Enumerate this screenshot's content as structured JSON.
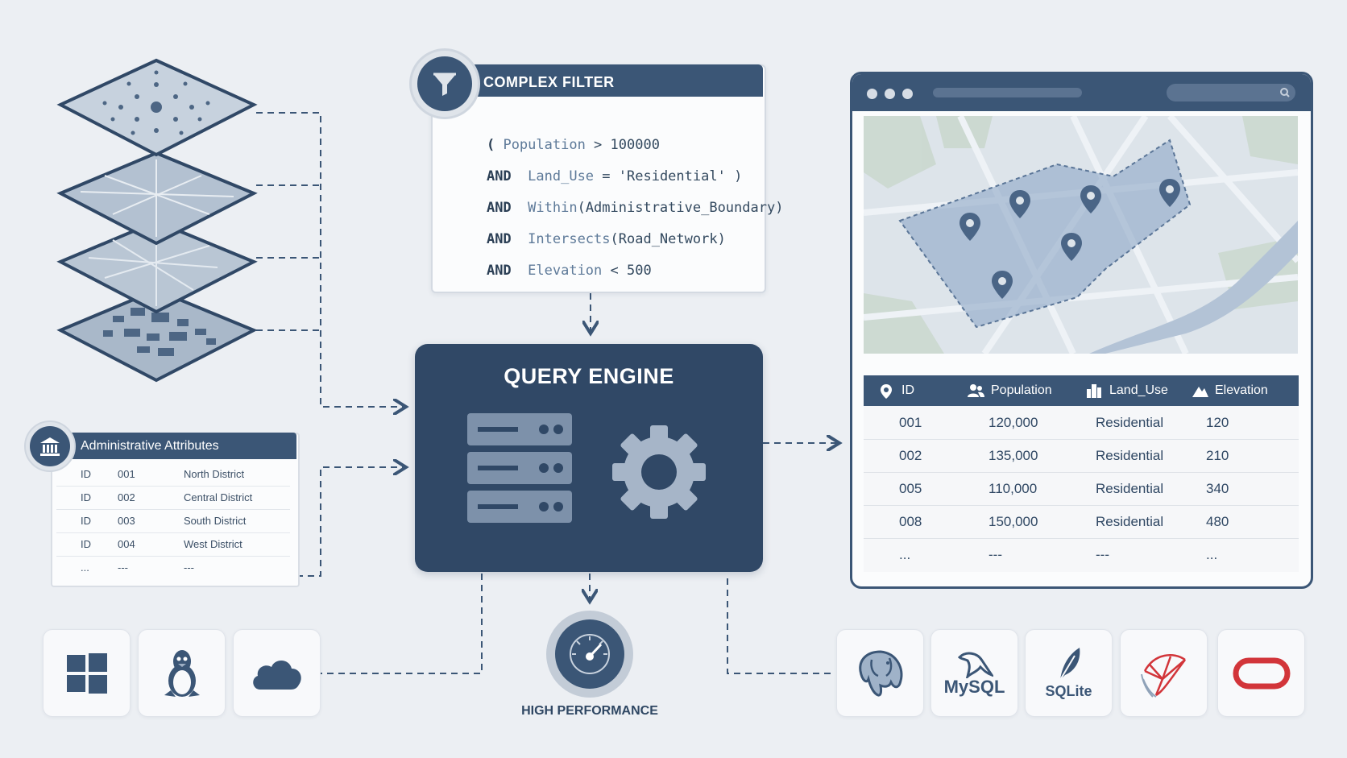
{
  "filter": {
    "title": "COMPLEX FILTER",
    "lines": [
      {
        "kw": "(",
        "field": "Population",
        "op": " > ",
        "value": "100000",
        "tail": ""
      },
      {
        "kw": "AND",
        "field": "Land_Use",
        "op": " = ",
        "value": "'Residential'",
        "tail": " )"
      },
      {
        "kw": "AND",
        "field": "Within",
        "op": "",
        "value": "(Administrative_Boundary)",
        "tail": ""
      },
      {
        "kw": "AND",
        "field": "Intersects",
        "op": "",
        "value": "(Road_Network)",
        "tail": ""
      },
      {
        "kw": "AND",
        "field": "Elevation",
        "op": " < ",
        "value": "500",
        "tail": ""
      }
    ]
  },
  "engine": {
    "title": "QUERY ENGINE"
  },
  "admin": {
    "title": "Administrative Attributes",
    "rows": [
      {
        "k": "ID",
        "id": "001",
        "name": "North District"
      },
      {
        "k": "ID",
        "id": "002",
        "name": "Central District"
      },
      {
        "k": "ID",
        "id": "003",
        "name": "South District"
      },
      {
        "k": "ID",
        "id": "004",
        "name": "West District"
      },
      {
        "k": "...",
        "id": "---",
        "name": "---"
      }
    ]
  },
  "results": {
    "headers": {
      "id": "ID",
      "population": "Population",
      "land_use": "Land_Use",
      "elevation": "Elevation"
    },
    "rows": [
      {
        "id": "001",
        "population": "120,000",
        "land_use": "Residential",
        "elevation": "120"
      },
      {
        "id": "002",
        "population": "135,000",
        "land_use": "Residential",
        "elevation": "210"
      },
      {
        "id": "005",
        "population": "110,000",
        "land_use": "Residential",
        "elevation": "340"
      },
      {
        "id": "008",
        "population": "150,000",
        "land_use": "Residential",
        "elevation": "480"
      },
      {
        "id": "...",
        "population": "---",
        "land_use": "---",
        "elevation": "..."
      }
    ]
  },
  "performance": {
    "label": "HIGH PERFORMANCE"
  },
  "platforms": [
    "windows-icon",
    "linux-icon",
    "cloud-icon"
  ],
  "databases": {
    "mysql": "MySQL",
    "sqlite": "SQLite"
  },
  "colors": {
    "navy": "#3b5676",
    "dark": "#304866",
    "accent_red": "#d2353a",
    "background": "#eceff3"
  }
}
